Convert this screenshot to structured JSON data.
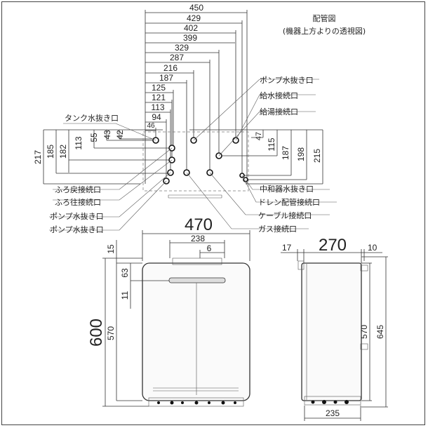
{
  "title": {
    "main": "配管図",
    "sub": "(機器上方よりの透視図)"
  },
  "top_dims": {
    "horizontal": [
      "450",
      "429",
      "402",
      "399",
      "329",
      "287",
      "216",
      "187",
      "125",
      "121",
      "113",
      "94",
      "46"
    ],
    "left_vertical": [
      "217",
      "185",
      "182",
      "113",
      "55",
      "43",
      "42"
    ],
    "right_vertical": [
      "47",
      "115",
      "187",
      "198",
      "215"
    ]
  },
  "labels_left": [
    "タンク水抜き口",
    "ふろ戻接続口",
    "ふろ往接続口",
    "ポンプ水抜き口",
    "ポンプ水抜き口"
  ],
  "labels_right_top": [
    "ポンプ水抜き口",
    "給水接続口",
    "給湯接続口"
  ],
  "labels_right_bottom": [
    "中和器水抜き口",
    "ドレン配管接続口",
    "ケーブル接続口",
    "ガス接続口"
  ],
  "front_dims": {
    "width": "470",
    "inner1": "238",
    "inner2": "6",
    "height": "600",
    "h570": "570",
    "h15": "15",
    "h63": "63",
    "h11": "11"
  },
  "side_dims": {
    "depth": "270",
    "left_off": "17",
    "right_off": "10",
    "h570": "570",
    "h645": "645",
    "bottom": "235"
  }
}
